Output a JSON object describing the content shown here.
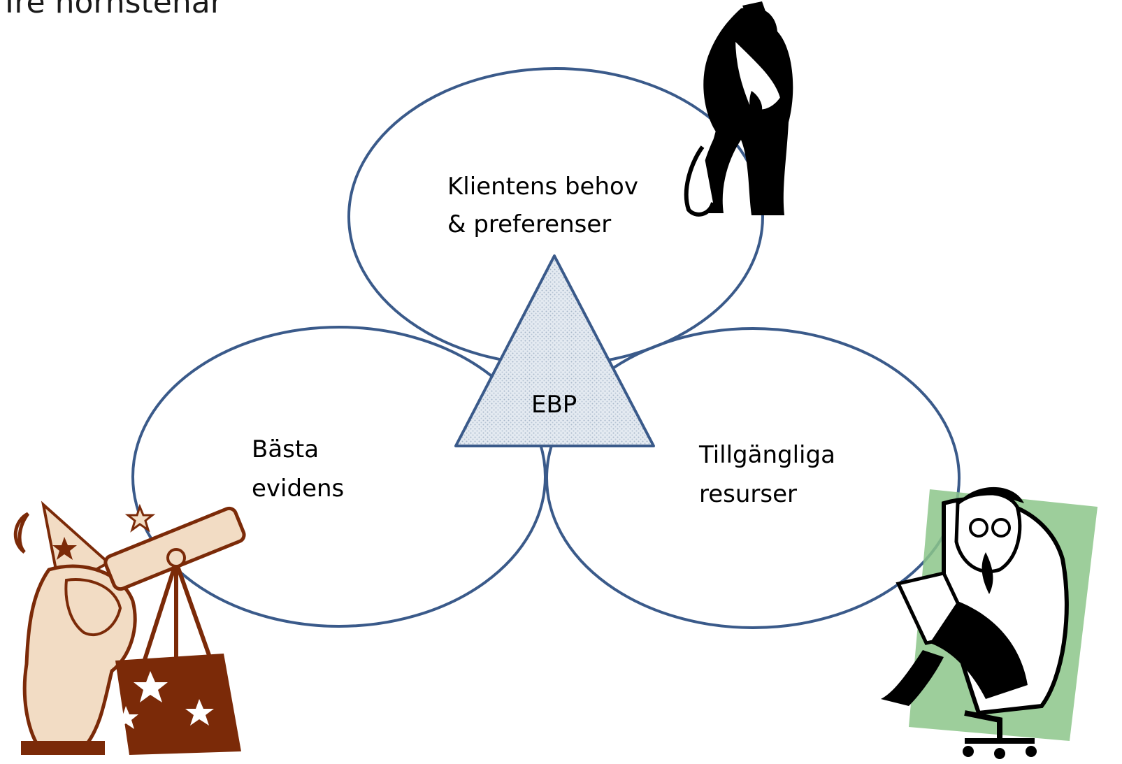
{
  "title": "Tre hörnstenar",
  "diagram": {
    "top_circle": {
      "line1": "Klientens behov",
      "line2": "& preferenser"
    },
    "left_circle": {
      "line1": "Bästa",
      "line2": "evidens"
    },
    "right_circle": {
      "line1": "Tillgängliga",
      "line2": "resurser"
    },
    "center": "EBP"
  },
  "colors": {
    "ellipse_stroke": "#3a5a8a",
    "triangle_fill": "#dbe3ec",
    "triangle_stroke": "#3a5a8a",
    "astronomer_brown": "#7b2a08",
    "astronomer_skin": "#f2dcc4",
    "doctor_green": "#8cc58a"
  },
  "icons": [
    "patient-crutches-icon",
    "astronomer-telescope-icon",
    "doctor-clipboard-icon"
  ]
}
